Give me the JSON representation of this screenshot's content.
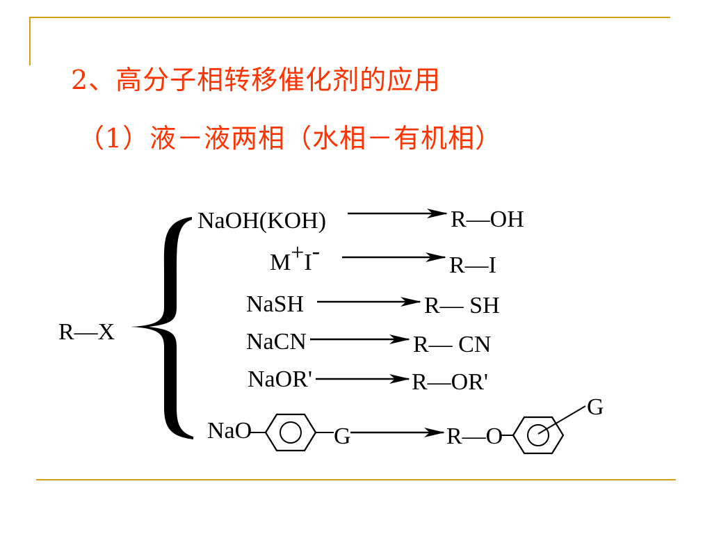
{
  "title": "2、高分子相转移催化剂的应用",
  "subtitle": "（1）液－液两相（水相－有机相）",
  "scheme": {
    "reactant": "R—X",
    "reactions": [
      {
        "reagent": "NaOH(KOH)",
        "product": "R—OH"
      },
      {
        "reagent_base": "M",
        "reagent_sup1": "+",
        "reagent_mid": "I",
        "reagent_sup2": "-",
        "product": "R—I"
      },
      {
        "reagent": "NaSH",
        "product": "R— SH"
      },
      {
        "reagent": "NaCN",
        "product": "R— CN"
      },
      {
        "reagent": "NaOR'",
        "product": "R—OR'"
      },
      {
        "reagent_left": "NaO",
        "reagent_right": "G",
        "product_left": "R—O",
        "product_sub": "G"
      }
    ]
  },
  "colors": {
    "accent": "#ff3300",
    "frame": "#d4a017",
    "ink": "#000000"
  }
}
